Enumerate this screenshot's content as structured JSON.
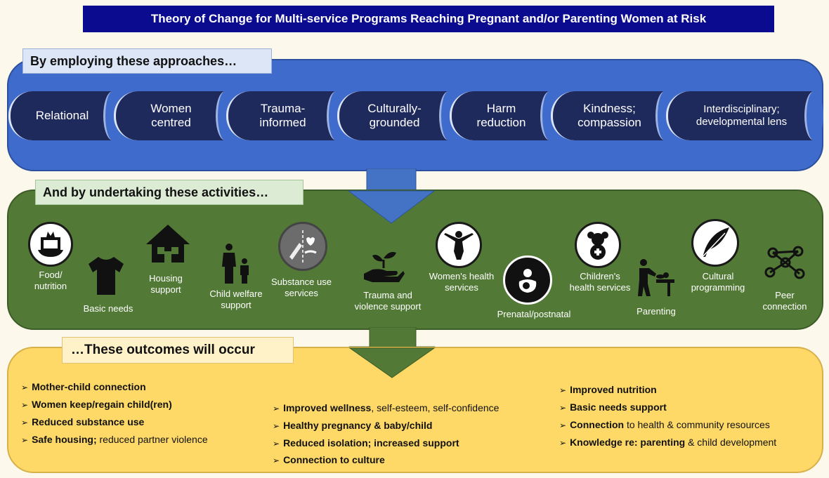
{
  "title": "Theory of Change for Multi-service Programs Reaching Pregnant and/or Parenting Women at Risk",
  "approaches_heading": "By employing these approaches…",
  "approaches": [
    {
      "label": "Relational"
    },
    {
      "label": "Women centred"
    },
    {
      "label": "Trauma-informed"
    },
    {
      "label": "Culturally-grounded"
    },
    {
      "label": "Harm reduction"
    },
    {
      "label": "Kindness; compassion"
    },
    {
      "label": "Interdisciplinary; developmental lens"
    }
  ],
  "activities_heading": "And by undertaking these activities…",
  "activities": [
    {
      "label": "Food/ nutrition",
      "icon": "food-basket-icon"
    },
    {
      "label": "Basic needs",
      "icon": "tshirt-icon"
    },
    {
      "label": "Housing support",
      "icon": "house-icon"
    },
    {
      "label": "Child welfare support",
      "icon": "parent-child-icon"
    },
    {
      "label": "Substance use services",
      "icon": "syringe-heart-icon"
    },
    {
      "label": "Trauma and violence support",
      "icon": "hand-plant-icon"
    },
    {
      "label": "Women's health services",
      "icon": "woman-figure-icon"
    },
    {
      "label": "Prenatal/postnatal",
      "icon": "breastfeeding-icon"
    },
    {
      "label": "Children's health services",
      "icon": "teddy-bear-icon"
    },
    {
      "label": "Parenting",
      "icon": "diaper-change-icon"
    },
    {
      "label": "Cultural programming",
      "icon": "feather-icon"
    },
    {
      "label": "Peer connection",
      "icon": "network-icon"
    }
  ],
  "outcomes_heading": "…These outcomes will occur",
  "outcomes": {
    "col1": [
      {
        "bold": "Mother-child connection",
        "rest": ""
      },
      {
        "bold": "Women keep/regain child(ren)",
        "rest": ""
      },
      {
        "bold": "Reduced substance use",
        "rest": ""
      },
      {
        "bold": "Safe housing;",
        "rest": " reduced partner violence"
      }
    ],
    "col2": [
      {
        "bold": "Improved wellness",
        "rest": ", self-esteem, self-confidence"
      },
      {
        "bold": "Healthy pregnancy & baby/child",
        "rest": ""
      },
      {
        "bold": "Reduced isolation; increased support",
        "rest": ""
      },
      {
        "bold": "Connection to culture",
        "rest": ""
      }
    ],
    "col3": [
      {
        "bold": "Improved nutrition",
        "rest": ""
      },
      {
        "bold": "Basic needs support",
        "rest": ""
      },
      {
        "bold": "Connection",
        "rest": " to health & community resources"
      },
      {
        "bold": "Knowledge re: parenting",
        "rest": " & child development"
      }
    ]
  },
  "colors": {
    "title_bg": "#0b0b8f",
    "approaches_bg": "#3f6ccc",
    "approach_pill": "#1f2a5c",
    "activities_bg": "#527a36",
    "outcomes_bg": "#fed967"
  }
}
